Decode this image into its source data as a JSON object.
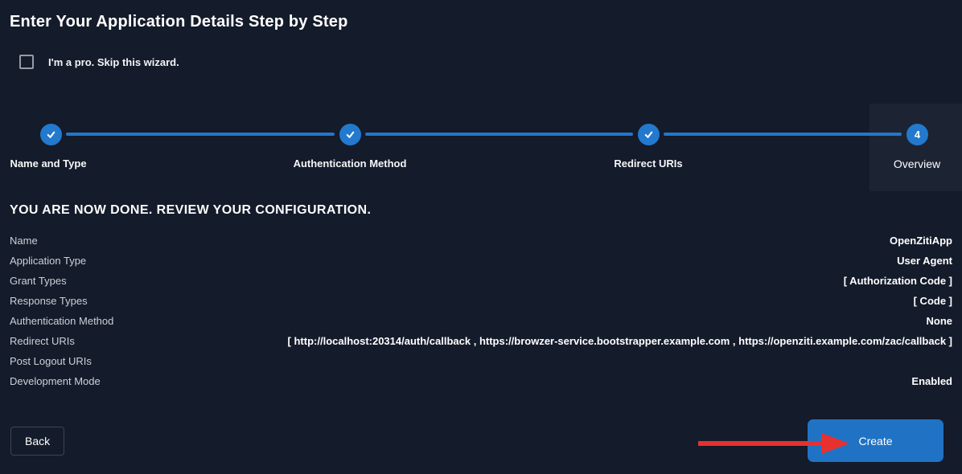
{
  "page": {
    "title": "Enter Your Application Details Step by Step",
    "skip_checkbox_label": "I'm a pro. Skip this wizard.",
    "skip_checkbox_checked": false
  },
  "stepper": {
    "steps": [
      {
        "label": "Name and Type",
        "state": "done"
      },
      {
        "label": "Authentication Method",
        "state": "done"
      },
      {
        "label": "Redirect URIs",
        "state": "done"
      },
      {
        "label": "Overview",
        "state": "current",
        "number": "4"
      }
    ]
  },
  "review": {
    "heading": "YOU ARE NOW DONE. REVIEW YOUR CONFIGURATION.",
    "rows": [
      {
        "label": "Name",
        "value": "OpenZitiApp"
      },
      {
        "label": "Application Type",
        "value": "User Agent"
      },
      {
        "label": "Grant Types",
        "value": "[ Authorization Code ]"
      },
      {
        "label": "Response Types",
        "value": "[ Code ]"
      },
      {
        "label": "Authentication Method",
        "value": "None"
      },
      {
        "label": "Redirect URIs",
        "value": "[ http://localhost:20314/auth/callback , https://browzer-service.bootstrapper.example.com , https://openziti.example.com/zac/callback ]"
      },
      {
        "label": "Post Logout URIs",
        "value": ""
      },
      {
        "label": "Development Mode",
        "value": "Enabled"
      }
    ]
  },
  "footer": {
    "back_label": "Back",
    "create_label": "Create"
  },
  "icons": {
    "check_icon": "✓",
    "arrow_icon": "➜"
  },
  "colors": {
    "background": "#141b2a",
    "active_step_panel": "#1c2434",
    "step_blue": "#2379cd",
    "connector_blue": "#2277cb",
    "create_button_blue": "#2073c4",
    "annotation_arrow_red": "#e8302e",
    "row_label_gray": "#ccd1d8"
  }
}
